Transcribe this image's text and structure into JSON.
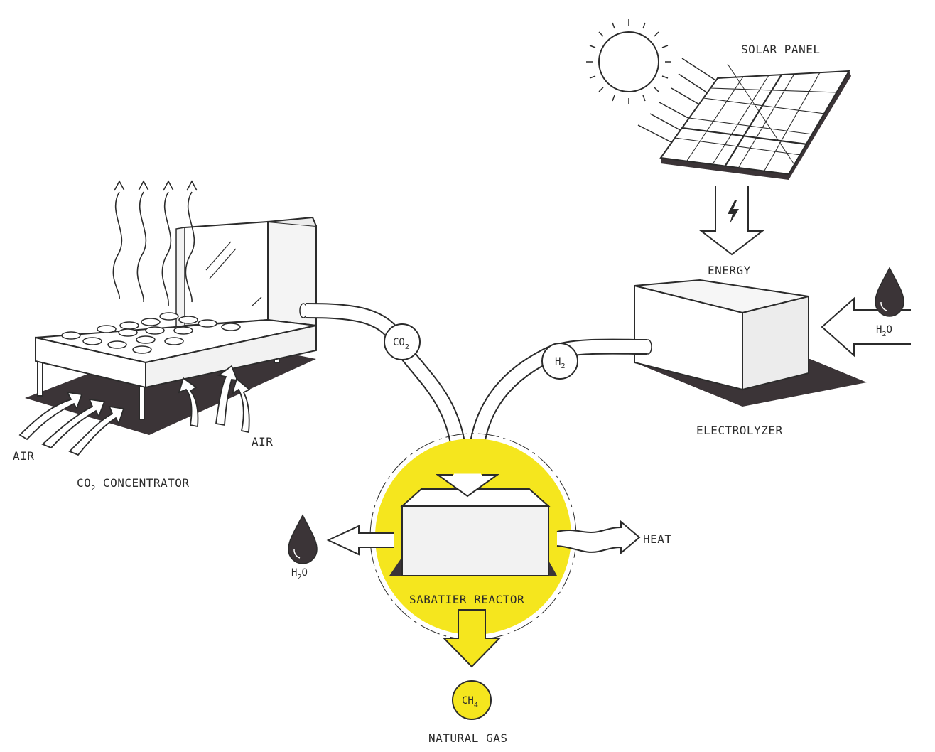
{
  "colors": {
    "ink": "#2b2b2b",
    "shadow": "#3b3437",
    "reactor_glow": "#f5e61e",
    "box_fill": "#f2f2f2",
    "background": "#ffffff"
  },
  "labels": {
    "solar_panel": "SOLAR PANEL",
    "energy": "ENERGY",
    "electrolyzer": "ELECTROLYZER",
    "co2_concentrator_pre": "CO",
    "co2_concentrator_sub": "2",
    "co2_concentrator_post": " CONCENTRATOR",
    "air_left": "AIR",
    "air_right": "AIR",
    "sabatier_reactor": "SABATIER REACTOR",
    "heat": "HEAT",
    "natural_gas": "NATURAL GAS"
  },
  "chemicals": {
    "co2": {
      "base": "CO",
      "sub": "2"
    },
    "h2": {
      "base": "H",
      "sub": "2"
    },
    "ch4": {
      "base": "CH",
      "sub": "4"
    },
    "h2o_input": {
      "base_1": "H",
      "sub": "2",
      "base_2": "O"
    },
    "h2o_output": {
      "base_1": "H",
      "sub": "2",
      "base_2": "O"
    }
  },
  "icons": [
    "sun-icon",
    "solar-panel-icon",
    "lightning-bolt-icon",
    "water-drop-icon",
    "electrolyzer-box-icon",
    "co2-concentrator-icon",
    "sabatier-reactor-icon",
    "air-arrow-icon",
    "heat-arrow-icon"
  ]
}
